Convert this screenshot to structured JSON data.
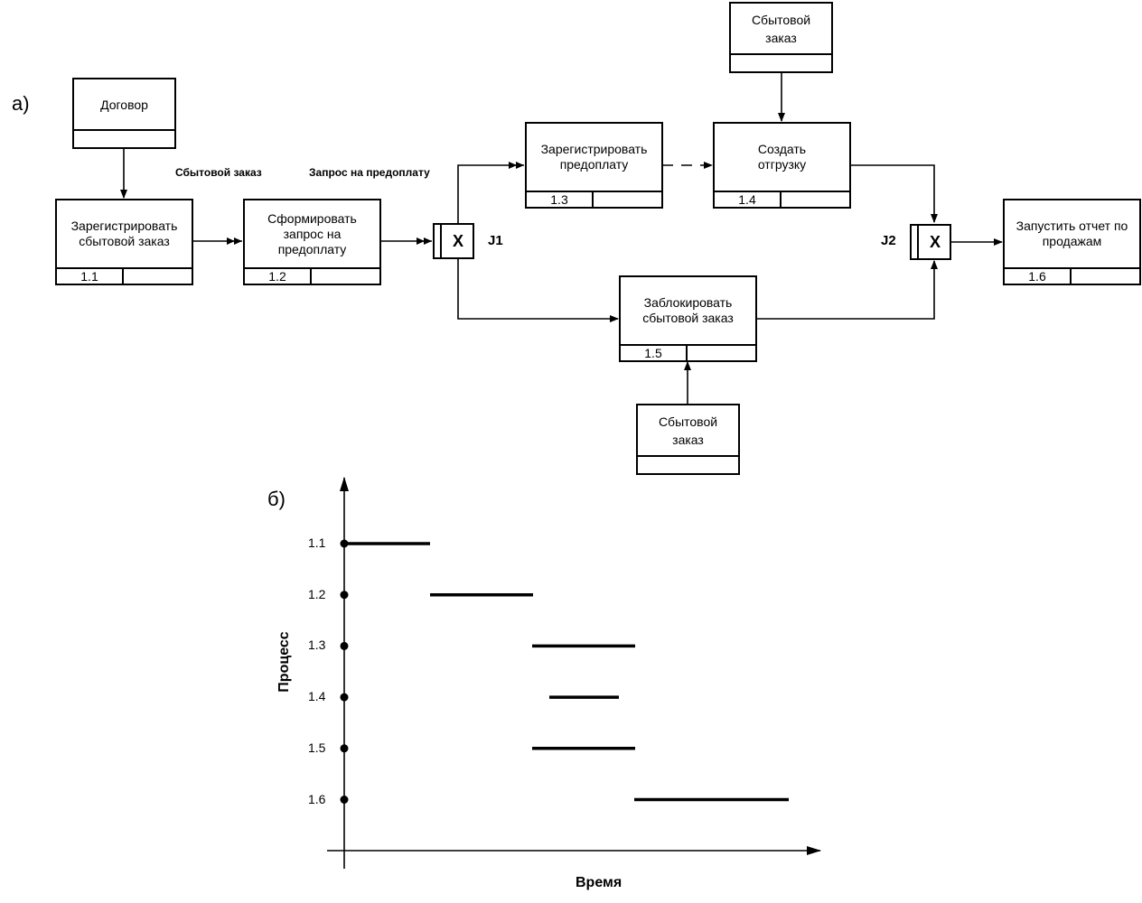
{
  "part_a_label": "а)",
  "part_b_label": "б)",
  "flow_labels": {
    "sales_order": "Сбытовой заказ",
    "prepay_request": "Запрос на предоплату"
  },
  "junctions": {
    "j1": {
      "label": "J1",
      "symbol": "X"
    },
    "j2": {
      "label": "J2",
      "symbol": "X"
    }
  },
  "processes": {
    "p11": {
      "name": "Зарегистрировать сбытовой заказ",
      "number": "1.1"
    },
    "p12": {
      "name": "Сформировать запрос на предоплату",
      "number": "1.2"
    },
    "p13": {
      "name": "Зарегистрировать предоплату",
      "number": "1.3"
    },
    "p14": {
      "name": "Создать отгрузку",
      "number": "1.4"
    },
    "p15": {
      "name": "Заблокировать сбытовой заказ",
      "number": "1.5"
    },
    "p16": {
      "name": "Запустить отчет по продажам",
      "number": "1.6"
    }
  },
  "referents": {
    "contract": {
      "name": "Договор"
    },
    "order_top": {
      "name": "Сбытовой заказ"
    },
    "order_bottom": {
      "name": "Сбытовой заказ"
    }
  },
  "chart_data": {
    "type": "gantt",
    "xlabel": "Время",
    "ylabel": "Процесс",
    "rows": [
      {
        "label": "1.1",
        "start": 0,
        "end": 95
      },
      {
        "label": "1.2",
        "start": 95,
        "end": 209
      },
      {
        "label": "1.3",
        "start": 208,
        "end": 322
      },
      {
        "label": "1.4",
        "start": 227,
        "end": 304
      },
      {
        "label": "1.5",
        "start": 208,
        "end": 322
      },
      {
        "label": "1.6",
        "start": 321,
        "end": 492
      }
    ]
  }
}
